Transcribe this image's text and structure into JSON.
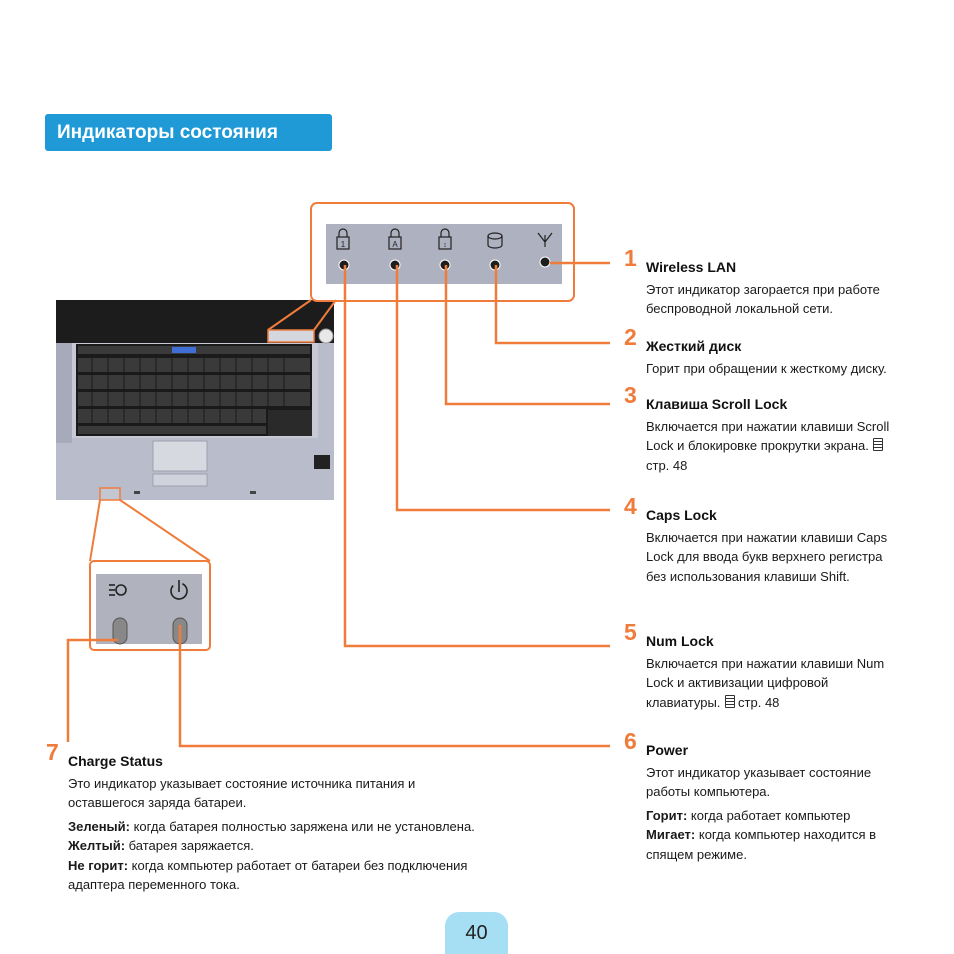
{
  "section_title": "Индикаторы состояния",
  "page_number": "40",
  "page_ref_label": "стр. 48",
  "indicators": [
    {
      "number": "1",
      "title": "Wireless LAN",
      "desc": "Этот индикатор загорается при работе беспроводной локальной сети."
    },
    {
      "number": "2",
      "title": "Жесткий диск",
      "desc": "Горит при обращении к жесткому диску."
    },
    {
      "number": "3",
      "title": "Клавиша Scroll Lock",
      "desc": "Включается при нажатии клавиши Scroll Lock и блокировке прокрутки экрана."
    },
    {
      "number": "4",
      "title": "Caps Lock",
      "desc": "Включается при нажатии клавиши Caps Lock для ввода букв верхнего регистра без использования клавиши Shift."
    },
    {
      "number": "5",
      "title": "Num Lock",
      "desc": "Включается при нажатии клавиши Num Lock и активизации цифровой клавиатуры."
    },
    {
      "number": "6",
      "title": "Power",
      "desc": "Этот индикатор указывает состояние работы компьютера.",
      "states": [
        {
          "label": "Горит:",
          "text": "когда работает компьютер"
        },
        {
          "label": "Мигает:",
          "text": "когда компьютер находится в спящем режиме."
        }
      ]
    },
    {
      "number": "7",
      "title": "Charge Status",
      "desc": "Это индикатор указывает состояние источника питания и оставшегося заряда батареи.",
      "states": [
        {
          "label": "Зеленый:",
          "text": "когда батарея полностью заряжена или не установлена."
        },
        {
          "label": "Желтый:",
          "text": "батарея заряжается."
        },
        {
          "label": "Не горит:",
          "text": "когда компьютер работает от батареи без подключения адаптера переменного тока."
        }
      ]
    }
  ],
  "colors": {
    "accent_orange": "#f07c3c",
    "title_blue": "#1f9ad6",
    "page_tab": "#a6dff4"
  }
}
